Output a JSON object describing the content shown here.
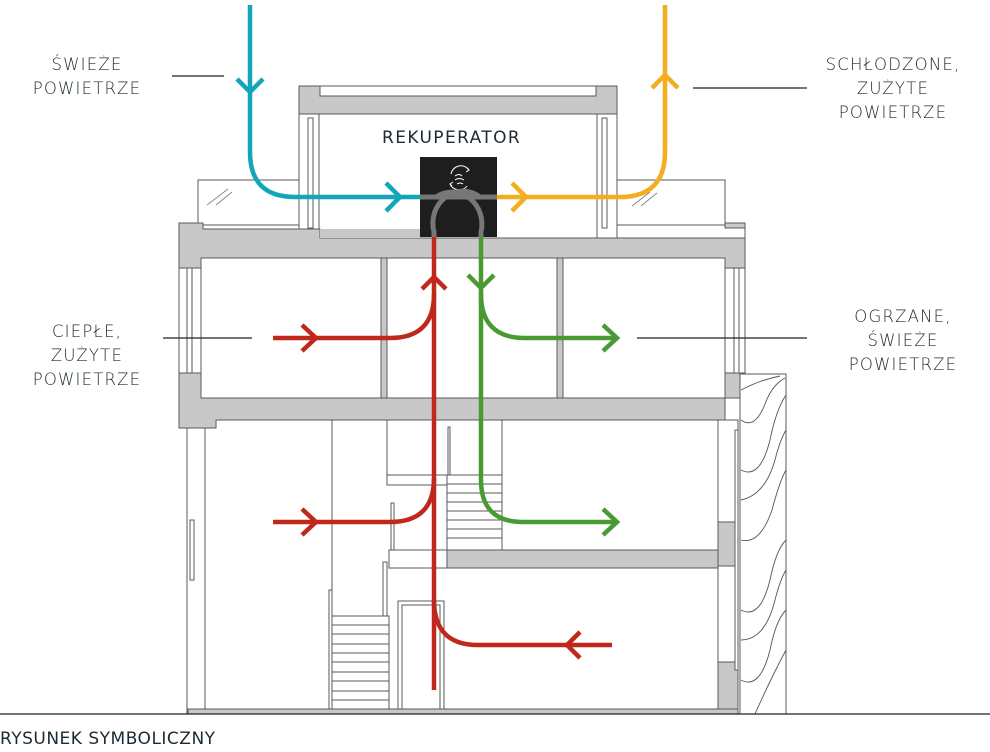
{
  "diagram": {
    "title": "RYSUNEK SYMBOLICZNY",
    "device_label": "REKUPERATOR",
    "device_icon": "recirculation-fan-icon",
    "labels": {
      "fresh_air": [
        "ŚWIEŻE",
        "POWIETRZE"
      ],
      "exhaust_cooled": [
        "SCHŁODZONE,",
        "ZUŻYTE",
        "POWIETRZE"
      ],
      "warm_used": [
        "CIEPŁE,",
        "ZUŻYTE",
        "POWIETRZE"
      ],
      "heated_fresh": [
        "OGRZANE,",
        "ŚWIEŻE",
        "POWIETRZE"
      ]
    },
    "flows": [
      {
        "name": "fresh-air-intake",
        "color": "#13a5b8",
        "direction": "outside-to-recuperator"
      },
      {
        "name": "exhaust-out",
        "color": "#f2ae1c",
        "direction": "recuperator-to-outside"
      },
      {
        "name": "warm-used-air-extract",
        "color": "#c0281c",
        "direction": "rooms-to-recuperator"
      },
      {
        "name": "heated-fresh-supply",
        "color": "#4a9a34",
        "direction": "recuperator-to-rooms"
      }
    ],
    "colors": {
      "wall": "#c8c8c8",
      "outline": "#5a5a5a",
      "device": "#1e1e1e",
      "internal_duct": "#777777",
      "text": "#1c2a33"
    }
  }
}
